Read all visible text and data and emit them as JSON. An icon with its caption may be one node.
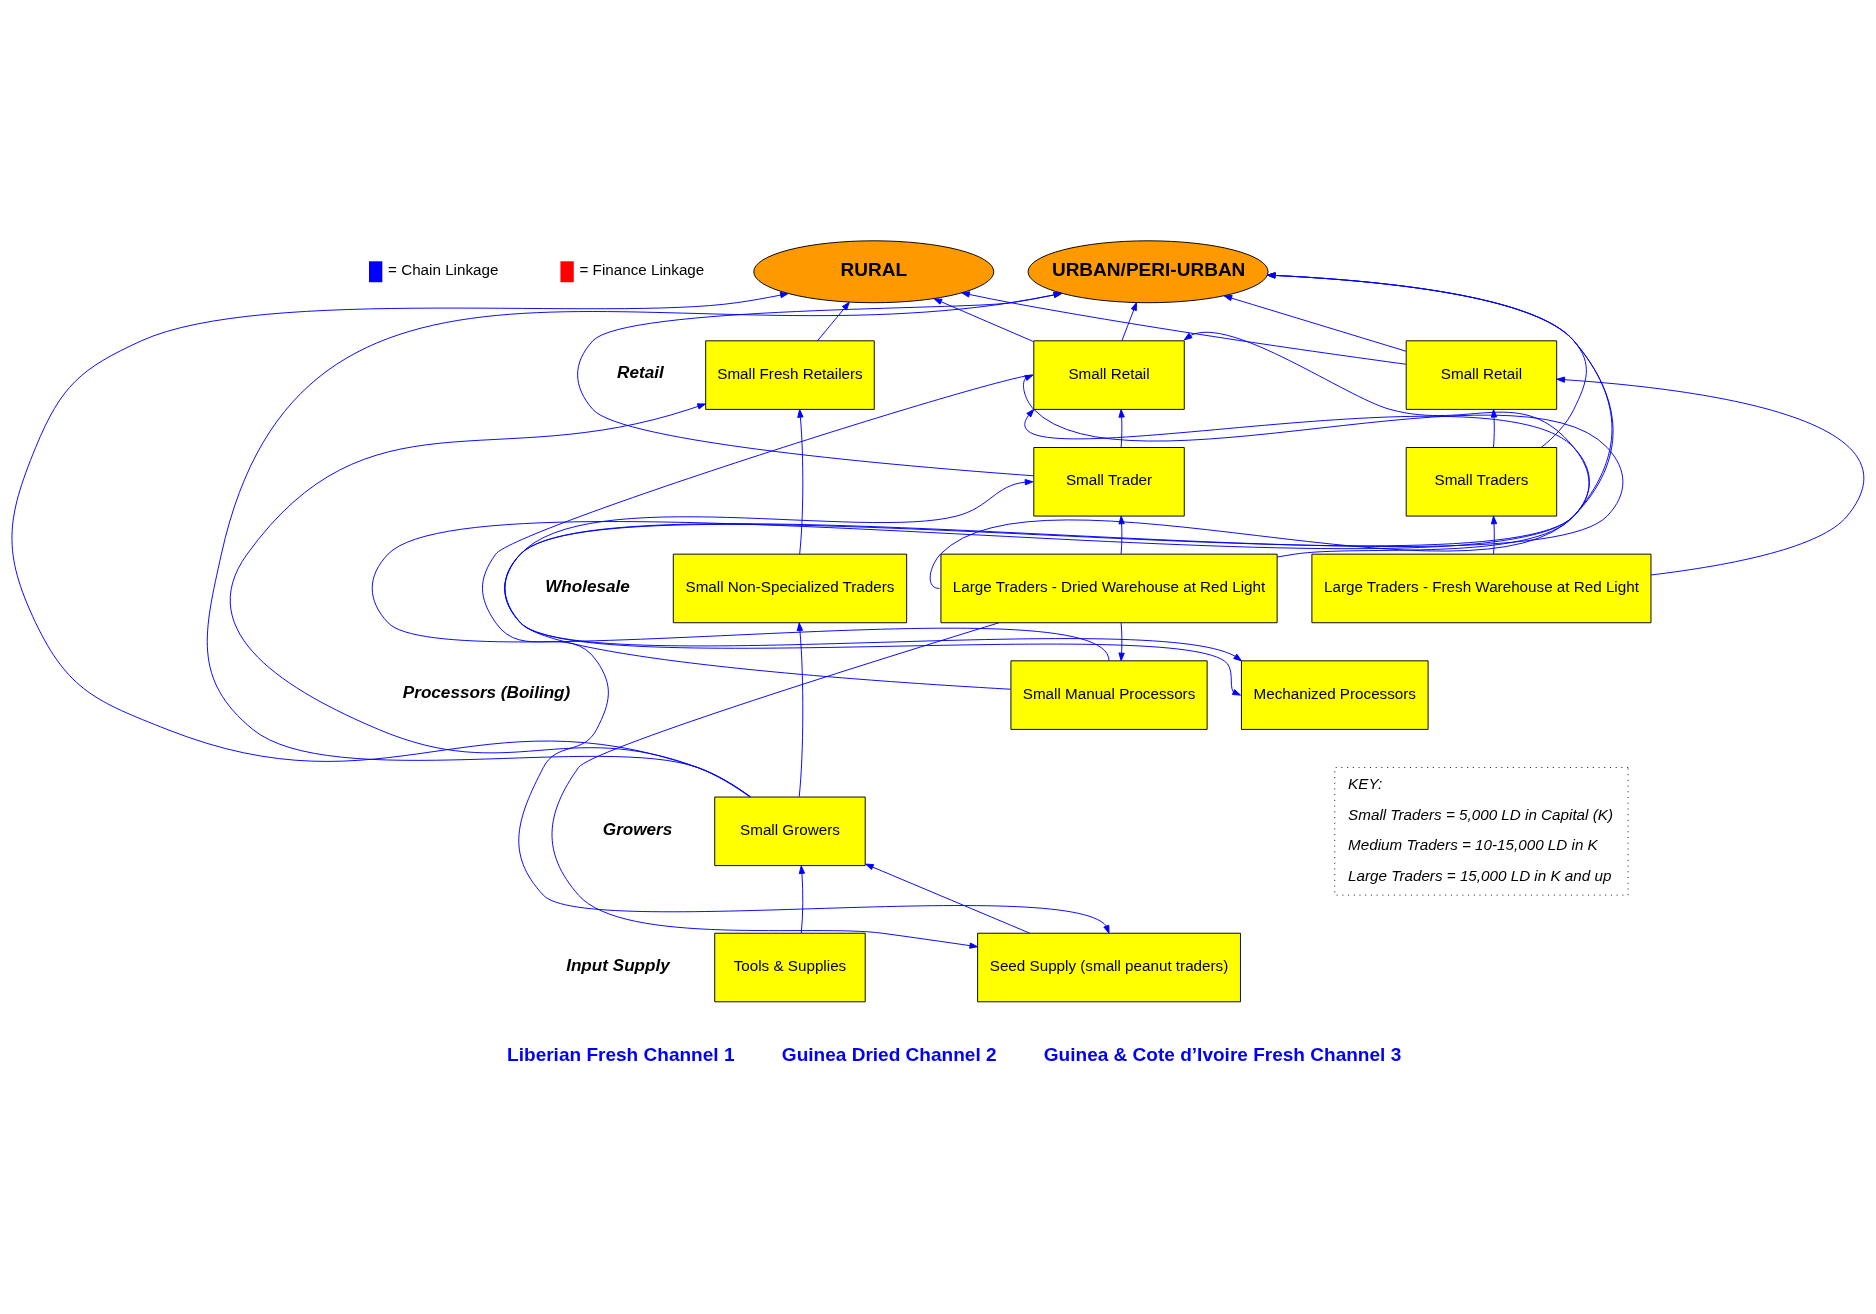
{
  "diagram": {
    "nodes": [
      {
        "text": [
          "RURAL"
        ]
      },
      {
        "text": [
          "URBAN/PERI-URBAN"
        ]
      },
      {
        "text": [
          "Small Growers"
        ]
      },
      {
        "text": [
          "Small Fresh Retailers"
        ]
      },
      {
        "text": [
          "Small Non-Specialized Traders"
        ]
      },
      {
        "text": [
          "Tools & Supplies"
        ]
      },
      {
        "text": [
          "Small Retail"
        ]
      },
      {
        "text": [
          "Small Trader"
        ]
      },
      {
        "text": [
          "Large Traders - Dried Warehouse at Red Light"
        ]
      },
      {
        "text": [
          "Mechanized Processors"
        ]
      },
      {
        "text": [
          "Small Manual Processors"
        ]
      },
      {
        "text": [
          "Seed Supply (small peanut traders)"
        ]
      },
      {
        "text": [
          "Small Retail"
        ]
      },
      {
        "text": [
          "Small Traders"
        ]
      },
      {
        "text": [
          "Large Traders - Fresh Warehouse at Red Light"
        ]
      },
      {
        "text": [
          "KEY:",
          "Small Traders = 5,000 LD in Capital (K)",
          "Medium Traders = 10-15,000 LD in K",
          "Large Traders = 15,000 LD in K and up"
        ]
      }
    ],
    "edges": [
      {
        "from": 2,
        "to": 0,
        "arrow": "to"
      },
      {
        "from": 2,
        "to": 1,
        "arrow": "to"
      },
      {
        "from": 3,
        "to": 0,
        "arrow": "to"
      },
      {
        "from": 6,
        "to": 0,
        "arrow": "to"
      },
      {
        "from": 6,
        "to": 1,
        "arrow": "to"
      },
      {
        "from": 7,
        "to": 1,
        "arrow": "to"
      },
      {
        "from": 8,
        "to": 1,
        "arrow": "to"
      },
      {
        "from": 10,
        "to": 1,
        "arrow": "to"
      },
      {
        "from": 10,
        "to": 6,
        "arrow": "to"
      },
      {
        "from": 12,
        "to": 0,
        "arrow": "to"
      },
      {
        "from": 12,
        "to": 1,
        "arrow": "to"
      },
      {
        "from": 13,
        "to": 1,
        "arrow": "to"
      },
      {
        "from": 13,
        "to": 12,
        "arrow": "to"
      },
      {
        "from": 14,
        "to": 12,
        "arrow": "to"
      },
      {
        "from": 14,
        "to": 13,
        "arrow": "to"
      },
      {
        "from": 2,
        "to": 3,
        "arrow": "to"
      },
      {
        "from": 2,
        "to": 4,
        "arrow": "to"
      },
      {
        "from": 4,
        "to": 3,
        "arrow": "to"
      },
      {
        "from": 5,
        "to": 2,
        "arrow": "to"
      },
      {
        "from": 11,
        "to": 2,
        "arrow": "to"
      },
      {
        "from": 7,
        "to": 6,
        "arrow": "to"
      },
      {
        "from": 8,
        "to": 7,
        "arrow": "to"
      },
      {
        "from": 8,
        "to": 10,
        "arrow": "to"
      },
      {
        "from": 8,
        "to": 11,
        "arrow": "to"
      },
      {
        "from": 6,
        "to": 11,
        "arrow": "to"
      },
      {
        "from": 8,
        "to": 6,
        "arrow": "to"
      },
      {
        "from": 9,
        "to": 6,
        "arrow": "both"
      },
      {
        "from": 9,
        "to": 7,
        "arrow": "both"
      }
    ],
    "labels": [
      "Retail",
      "Wholesale",
      "Processors (Boiling)",
      "Growers",
      "Input Supply",
      "Liberian Fresh Channel 1",
      "Guinea Dried Channel 2",
      "Guinea & Cote d’Ivoire Fresh Channel 3"
    ],
    "legend": [
      {
        "text": "= Chain Linkage",
        "color": "#0000ff"
      },
      {
        "text": "= Finance Linkage",
        "color": "#ff0000"
      }
    ]
  }
}
